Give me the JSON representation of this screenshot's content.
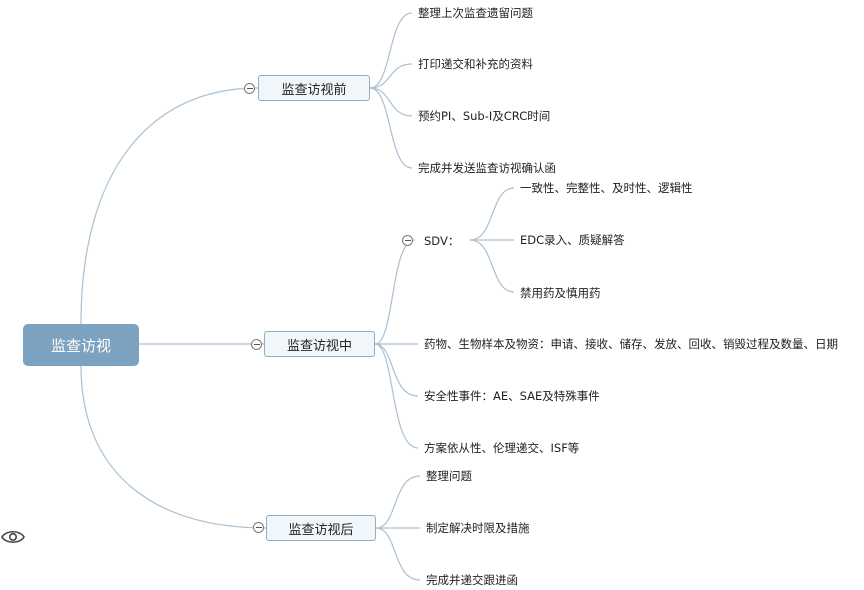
{
  "root": {
    "label": "监查访视"
  },
  "branches": [
    {
      "label": "监查访视前",
      "children": [
        "整理上次监查遗留问题",
        "打印递交和补充的资料",
        "预约PI、Sub-I及CRC时间",
        "完成并发送监查访视确认函"
      ]
    },
    {
      "label": "监查访视中",
      "children": [
        {
          "label": "SDV：",
          "children": [
            "一致性、完整性、及时性、逻辑性",
            "EDC录入、质疑解答",
            "禁用药及慎用药"
          ]
        },
        "药物、生物样本及物资：申请、接收、储存、发放、回收、销毁过程及数量、日期",
        "安全性事件：AE、SAE及特殊事件",
        "方案依从性、伦理递交、ISF等"
      ]
    },
    {
      "label": "监查访视后",
      "children": [
        "整理问题",
        "制定解决时限及措施",
        "完成并递交跟进函"
      ]
    }
  ],
  "colors": {
    "root": "#7da2bf",
    "line": "#a9c1d4",
    "node_border": "#8fb0c8"
  },
  "icons": {
    "collapse": "minus-circle-icon",
    "view": "eye-icon"
  }
}
